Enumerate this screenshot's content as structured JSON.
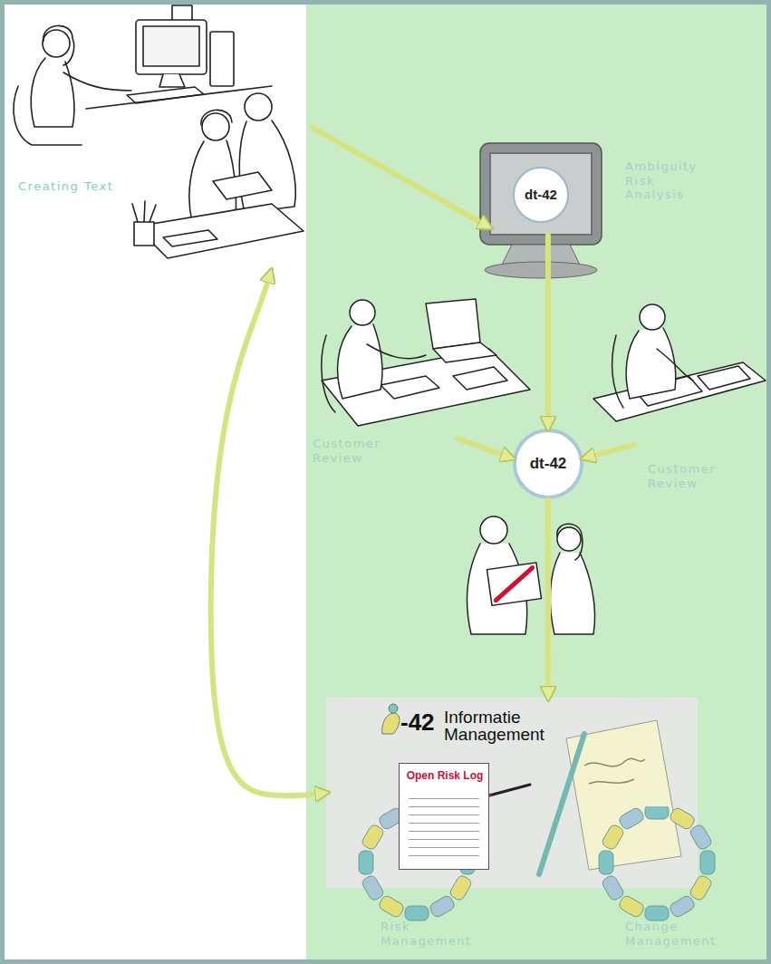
{
  "diagram": {
    "nodes": [
      {
        "text": [
          "Creating Text"
        ]
      },
      {
        "text": [
          "dt-42",
          "Ambiguity Risk Analysis"
        ]
      },
      {
        "text": [
          "Customer Review"
        ]
      },
      {
        "text": [
          "dt-42"
        ]
      },
      {
        "text": [
          "Customer Review"
        ]
      },
      {
        "text": [
          "-42",
          "Informatie Management"
        ]
      },
      {
        "text": [
          "Open Risk Log"
        ],
        "in": 5
      },
      {
        "text": [
          "Risk Management"
        ]
      },
      {
        "text": [
          "Change Management"
        ]
      }
    ],
    "edges": [
      {
        "from": 0,
        "to": 1,
        "arrow": "to"
      },
      {
        "from": 1,
        "to": 3,
        "arrow": "to"
      },
      {
        "from": 2,
        "to": 3,
        "arrow": "to"
      },
      {
        "from": 4,
        "to": 3,
        "arrow": "to"
      },
      {
        "from": 3,
        "to": 5,
        "arrow": "to"
      },
      {
        "from": 5,
        "to": 0,
        "arrow": "both"
      }
    ]
  }
}
